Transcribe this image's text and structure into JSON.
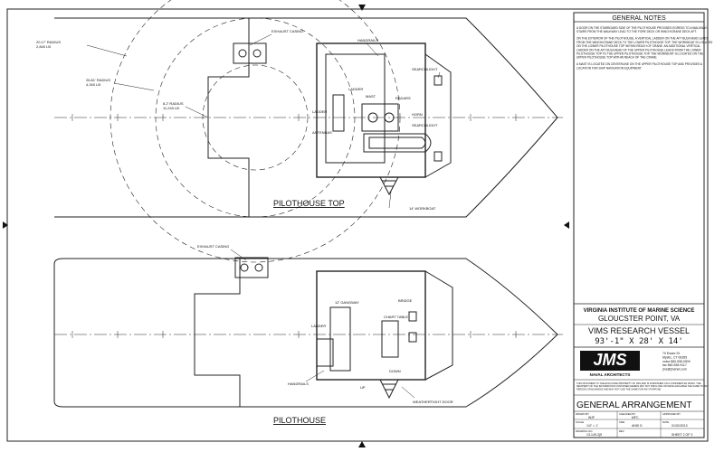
{
  "title_block": {
    "notes_heading": "GENERAL NOTES",
    "notes": [
      "A DOOR ON THE STARBOARD SIDE OF THE PILOTHOUSE PROVIDES EGRESS TO A WALKWAY. STAIRS FROM THE WALKWAY LEAD TO THE FORE DECK OR WINCH/CRANE DECK AFT.",
      "ON THE EXTERIOR OF THE PILOTHOUSE, A VERTICAL LADDER ON THE AFT BULKHEAD LEADS FROM THE WINCH/CRANE DECK TO THE LOWER PILOTHOUSE TOP. THE WORKBOAT IS LOCATED ON THE LOWER PILOTHOUSE TOP WITHIN REACH OF CRANE. AN ADDITIONAL VERTICAL LADDER ON THE AFT BULKHEAD OF THE UPPER PILOTHOUSE LEADS FROM THE LOWER PILOTHOUSE TOP TO THE UPPER PILOTHOUSE TOP. THE WORKBOAT IS LOCATED ON THE UPPER PILOTHOUSE TOP WITHIN REACH OF THE CRANE.",
      "A MAST IS LOCATED ON CENTERLINE ON THE UPPER PILOTHOUSE TOP AND PROVIDES A LOCATION FOR SHIP NAVIGATION EQUIPMENT."
    ],
    "client_line1": "VIRGINIA INSTITUTE OF MARINE SCIENCE",
    "client_line2": "GLOUCSTER POINT, VA",
    "vessel_line1": "VIMS RESEARCH VESSEL",
    "vessel_line2": "93'-1\" X 28' X 14'",
    "logo_text": "JMS",
    "logo_sub": "NAVAL ARCHITECTS",
    "address": [
      "70 Essex St",
      "Mystic, CT 06355",
      "voice 860.536.0009",
      "fax 860.536.9117",
      "jms@jmsnet.com"
    ],
    "disclaimer": "THIS DOCUMENT IS THE EXCLUSIVE PROPERTY OF JMS AND IS FURNISHED ON A CONFIDENTIAL BASIS. THE RECIPIENT OF THE INFORMATION CONTAINED HEREIN MAY NOT DISCLOSE OR MAKE AVAILABLE THE SAME TO ANY PERSON OR BUSINESS AND MAY NOT USE THE SAME FOR ANY PURPOSE.",
    "drawing_title": "GENERAL ARRANGEMENT",
    "fields": {
      "drawn_by_label": "DRAWN BY",
      "drawn_by": "WJF",
      "checked_label": "CHECKED BY",
      "checked": "MFC",
      "approved_label": "APPROVED BY",
      "approved": "",
      "scale_label": "SCALE",
      "scale": "1/4\" = 1'",
      "size_label": "SIZE",
      "size": "ANSI D",
      "date_label": "DATE",
      "date": "01/02/2013",
      "drawing_no_label": "DRAWING NO.",
      "drawing_no": "13-149-2(5",
      "rev_label": "REV",
      "rev": "",
      "sheet": "SHEET 2 OF 3"
    }
  },
  "views": {
    "top_title": "PILOTHOUSE TOP",
    "bottom_title": "PILOTHOUSE"
  },
  "labels": {
    "exhaust_casing_top": "EXHAUST CASING",
    "exhaust_casing_bottom": "EXHAUST CASING",
    "radius1_a": "20.17' RADIUS",
    "radius1_b": "2,840 LB",
    "radius2_a": "26.81' RADIUS",
    "radius2_b": "4,340 LB",
    "radius3_a": "8.2' RADIUS",
    "radius3_b": "11,240 LB",
    "handrails_top": "HANDRAILS",
    "searchlight_top": "SEARCHLIGHT",
    "searchlight_mid": "SEARCHLIGHT",
    "ladder_top": "LADDER",
    "ladder_mid": "LADDER",
    "mast": "MAST",
    "radars": "RADARS",
    "antennas": "ANTENNAS",
    "horn": "HORN",
    "workboat": "14' WORKBOAT",
    "gangway": "12' GANGWAY",
    "bridge": "BRIDGE",
    "chart_table": "CHART TABLE",
    "ladder_bottom": "LADDER",
    "down": "DOWN",
    "handrails_bottom": "HANDRAILS",
    "up": "UP",
    "weathertight_door": "WEATHERTIGHT DOOR"
  }
}
